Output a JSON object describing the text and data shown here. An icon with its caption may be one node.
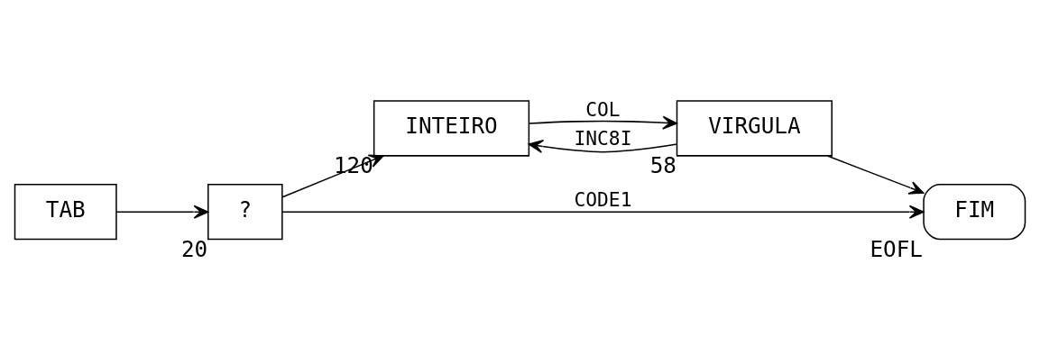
{
  "diagram": {
    "nodes": [
      {
        "text": [
          "TAB"
        ]
      },
      {
        "text": [
          "?"
        ],
        "beside": [
          "20"
        ]
      },
      {
        "text": [
          "INTEIRO"
        ],
        "beside": [
          "120"
        ]
      },
      {
        "text": [
          "VIRGULA"
        ],
        "beside": [
          "58"
        ]
      },
      {
        "text": [
          "FIM"
        ],
        "beside": [
          "EOFL"
        ]
      }
    ],
    "edges": [
      {
        "from": 0,
        "to": 1,
        "arrow": "to"
      },
      {
        "from": 1,
        "to": 4,
        "arrow": "to",
        "label": "CODE1"
      },
      {
        "from": 1,
        "to": 2,
        "arrow": "to"
      },
      {
        "from": 2,
        "to": 3,
        "arrow": "to",
        "label": "COL"
      },
      {
        "from": 3,
        "to": 2,
        "arrow": "to",
        "label": "INC8I"
      },
      {
        "from": 3,
        "to": 4,
        "arrow": "to"
      }
    ]
  }
}
